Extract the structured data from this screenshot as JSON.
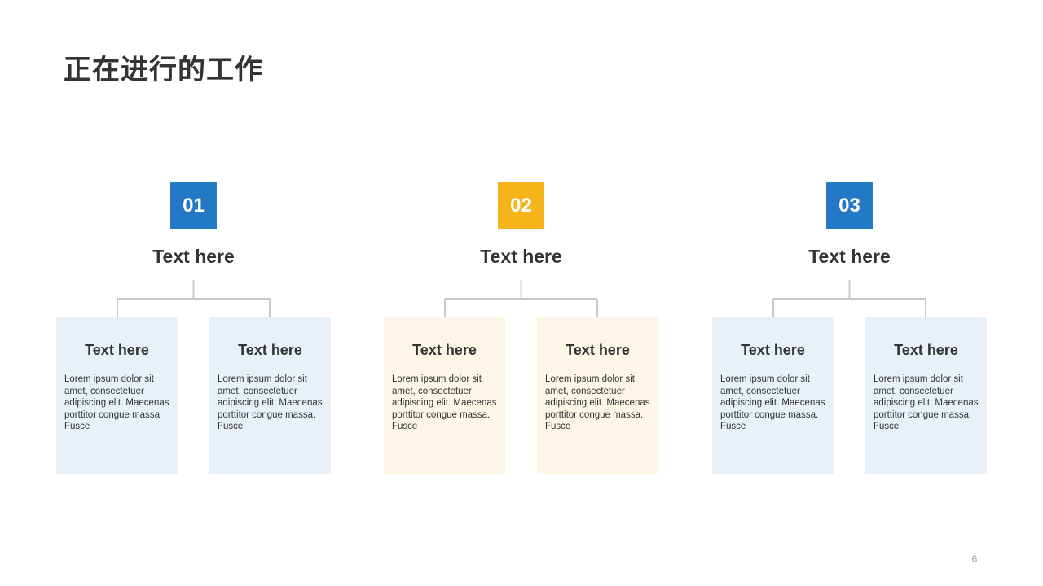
{
  "title": "正在进行的工作",
  "colors": {
    "blue": "#2479c7",
    "yellow": "#f5b41a",
    "blue_card": "#e8f0f9",
    "yellow_card": "#fdf5e5",
    "line": "#c8c8c8"
  },
  "groups": [
    {
      "number": "01",
      "heading": "Text here",
      "theme": "blue",
      "cards": [
        {
          "heading": "Text here",
          "body": "Lorem ipsum dolor sit amet, consectetuer adipiscing elit. Maecenas porttitor congue massa. Fusce"
        },
        {
          "heading": "Text here",
          "body": "Lorem ipsum dolor sit amet, consectetuer adipiscing elit. Maecenas porttitor congue massa. Fusce"
        }
      ]
    },
    {
      "number": "02",
      "heading": "Text here",
      "theme": "yellow",
      "cards": [
        {
          "heading": "Text here",
          "body": "Lorem ipsum dolor sit amet, consectetuer adipiscing elit. Maecenas porttitor congue massa. Fusce"
        },
        {
          "heading": "Text here",
          "body": "Lorem ipsum dolor sit amet, consectetuer adipiscing elit. Maecenas porttitor congue massa. Fusce"
        }
      ]
    },
    {
      "number": "03",
      "heading": "Text here",
      "theme": "blue",
      "cards": [
        {
          "heading": "Text here",
          "body": "Lorem ipsum dolor sit amet, consectetuer adipiscing elit. Maecenas porttitor congue massa. Fusce"
        },
        {
          "heading": "Text here",
          "body": "Lorem ipsum dolor sit amet, consectetuer adipiscing elit. Maecenas porttitor congue massa. Fusce"
        }
      ]
    }
  ],
  "page_number": "6"
}
